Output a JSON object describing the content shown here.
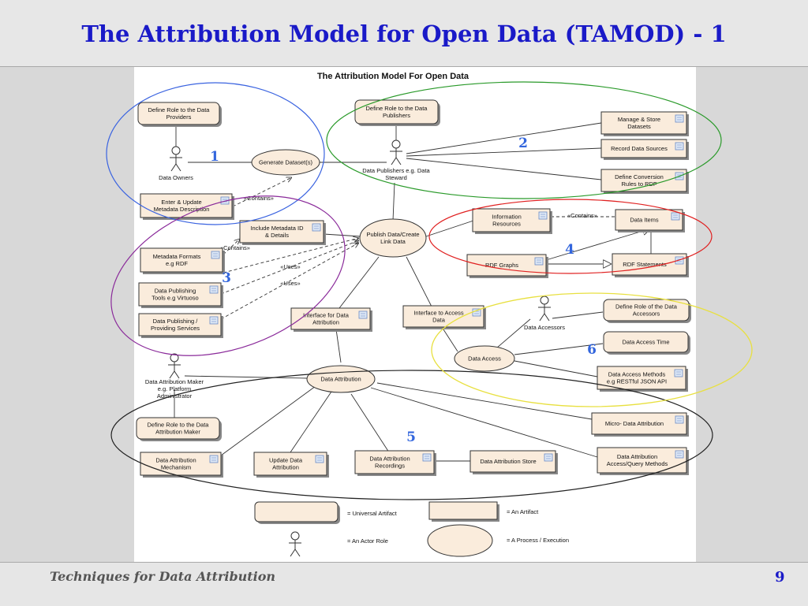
{
  "slide": {
    "title": "The Attribution Model for Open Data (TAMOD) - 1",
    "footer": "Techniques for Data Attribution",
    "page_number": "9"
  },
  "diagram": {
    "title": "The Attribution Model For Open Data",
    "group_numbers": [
      "1",
      "2",
      "3",
      "4",
      "5",
      "6"
    ],
    "actors": {
      "data_owners": [
        "Data Owners"
      ],
      "data_publishers": [
        "Data Publishers e.g. Data",
        "Steward"
      ],
      "data_accessors": [
        "Data Accessors"
      ],
      "data_attribution_maker": [
        "Data Attribution Maker",
        "e.g. Platform",
        "Administrator"
      ]
    },
    "processes": {
      "generate_dataset": [
        "Generate Dataset(s)"
      ],
      "publish_data": [
        "Publish Data/Create",
        "Link Data"
      ],
      "data_access": [
        "Data Access"
      ],
      "data_attribution": [
        "Data Attribution"
      ]
    },
    "universal_artifacts": {
      "define_role_providers": [
        "Define Role to the Data",
        "Providers"
      ],
      "define_role_publishers": [
        "Define Role to the Data",
        "Publishers"
      ],
      "define_role_accessors": [
        "Define Role of the Data",
        "Accessors"
      ],
      "data_access_time": [
        "Data Access Time"
      ],
      "define_role_attribution_maker": [
        "Define Role to the Data",
        "Attribution Maker"
      ]
    },
    "artifacts": {
      "manage_store": [
        "Manage & Store",
        "Datasets"
      ],
      "record_sources": [
        "Record Data Sources"
      ],
      "define_conversion": [
        "Define Conversion",
        "Rules to RDF"
      ],
      "enter_update_metadata": [
        "Enter & Update",
        "Metadata Description"
      ],
      "include_metadata_id": [
        "Include Metadata ID",
        "& Details"
      ],
      "metadata_formats": [
        "Metadata Formats",
        "e.g RDF"
      ],
      "publishing_tools": [
        "Data Publishing",
        "Tools e.g Virtuoso"
      ],
      "publishing_services": [
        "Data Publishing /",
        "Providing Services"
      ],
      "information_resources": [
        "Information",
        "Resources"
      ],
      "data_items": [
        "Data Items"
      ],
      "rdf_graphs": [
        "RDF Graphs"
      ],
      "rdf_statements": [
        "RDF Statements"
      ],
      "interface_attribution": [
        "Interface for Data",
        "Attribution"
      ],
      "interface_access": [
        "Interface to Access",
        "Data"
      ],
      "access_methods": [
        "Data Access Methods",
        "e.g RESTful JSON API"
      ],
      "micro_attribution": [
        "Micro- Data Attribution"
      ],
      "attribution_mechanism": [
        "Data Attribution",
        "Mechanism"
      ],
      "update_attribution": [
        "Update Data",
        "Attribution"
      ],
      "attribution_recordings": [
        "Data Attribution",
        "Recordings"
      ],
      "attribution_store": [
        "Data Attribution Store"
      ],
      "attribution_query": [
        "Data Attribution",
        "Access/Query Methods"
      ]
    },
    "relation_labels": {
      "contains_1": "«Contains»",
      "contains_2": "«Contains»",
      "contains_3": "«Contains»",
      "uses_1": "«Uses»",
      "uses_2": "«Uses»"
    },
    "legend": {
      "universal_artifact": "= Universal Artifact",
      "artifact": "= An Artifact",
      "actor_role": "= An Actor Role",
      "process": "= A Process / Execution"
    },
    "colors": {
      "group1": "#3a63e0",
      "group2": "#2a9a2a",
      "group3": "#8a2a9a",
      "group4": "#e02020",
      "group5": "#222222",
      "group6": "#e8e040"
    }
  }
}
